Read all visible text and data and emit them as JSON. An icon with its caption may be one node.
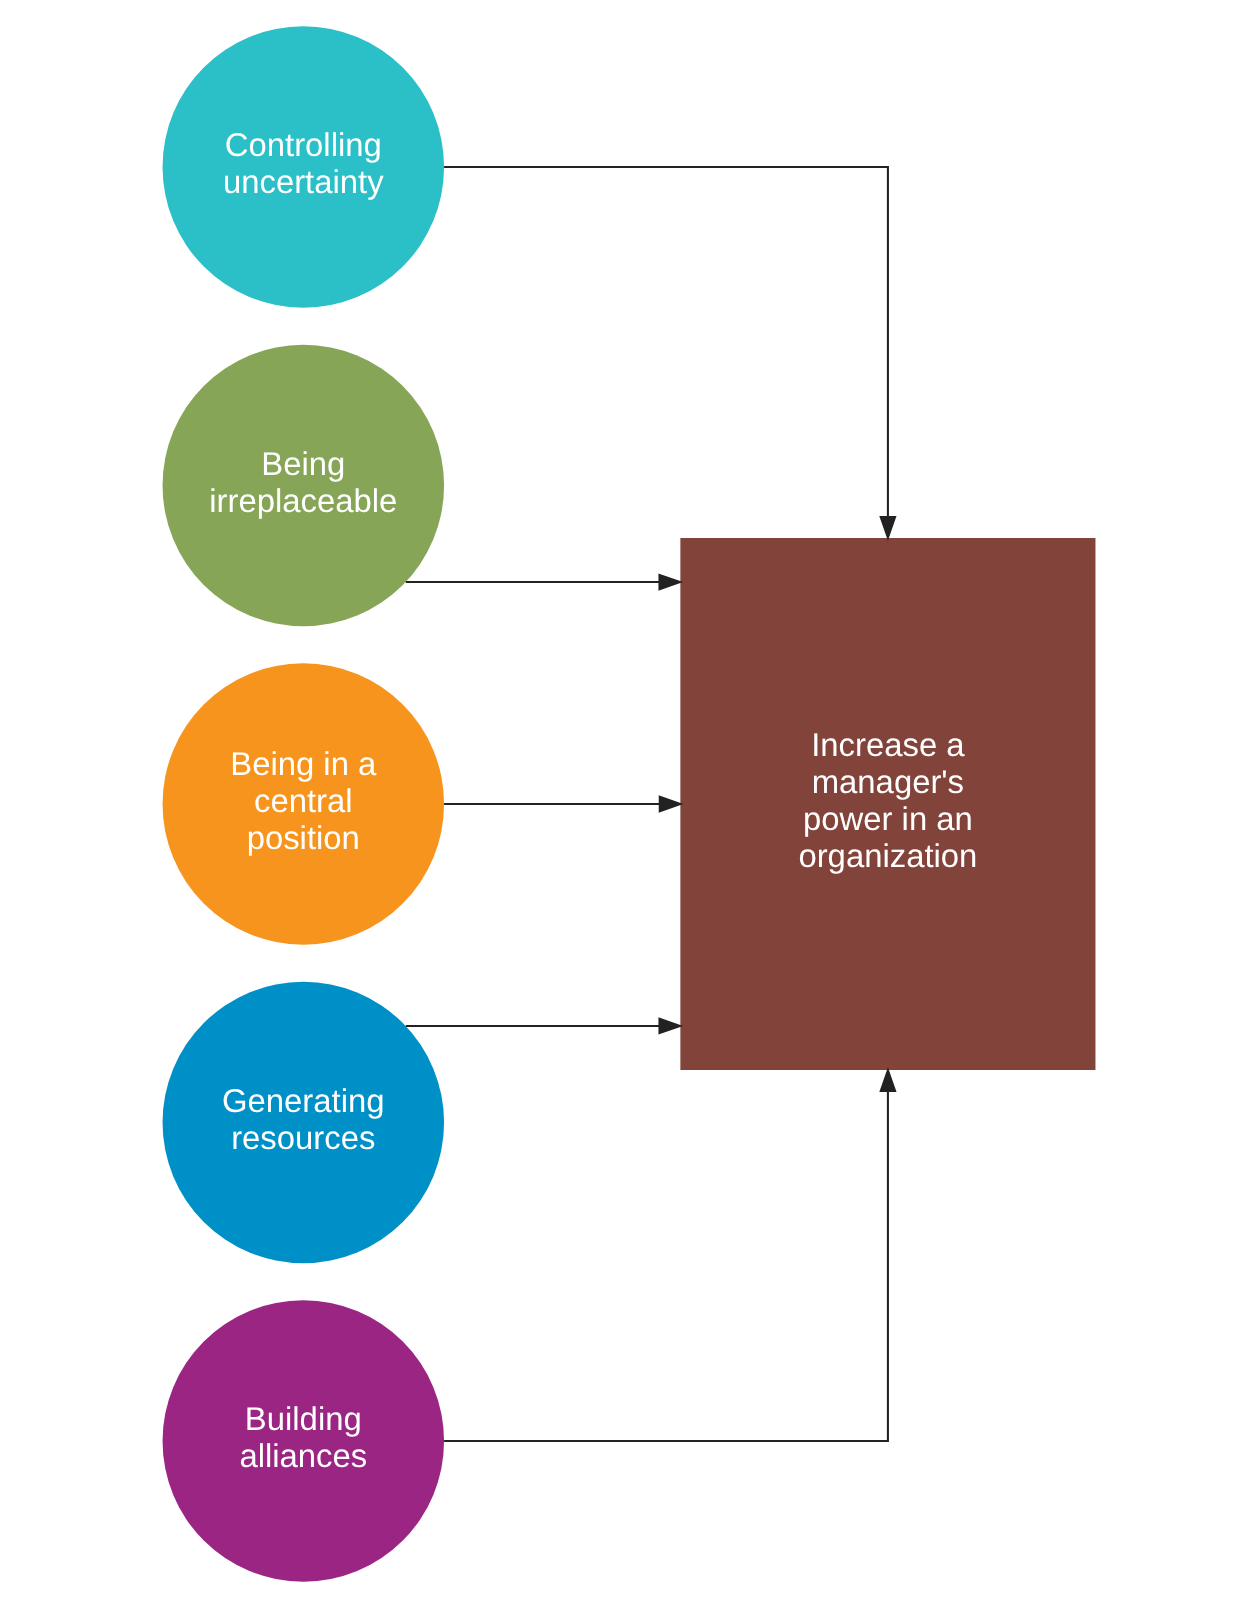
{
  "diagram": {
    "nodes": [
      {
        "text": [
          "Controlling uncertainty"
        ]
      },
      {
        "text": [
          "Being irreplaceable"
        ]
      },
      {
        "text": [
          "Being in a central position"
        ]
      },
      {
        "text": [
          "Generating resources"
        ]
      },
      {
        "text": [
          "Building alliances"
        ]
      },
      {
        "text": [
          "Increase a manager's power in an organization"
        ]
      }
    ],
    "edges": [
      {
        "from": 0,
        "to": 5,
        "arrow": "to"
      },
      {
        "from": 1,
        "to": 5,
        "arrow": "to"
      },
      {
        "from": 2,
        "to": 5,
        "arrow": "to"
      },
      {
        "from": 3,
        "to": 5,
        "arrow": "to"
      },
      {
        "from": 4,
        "to": 5,
        "arrow": "to"
      }
    ]
  }
}
